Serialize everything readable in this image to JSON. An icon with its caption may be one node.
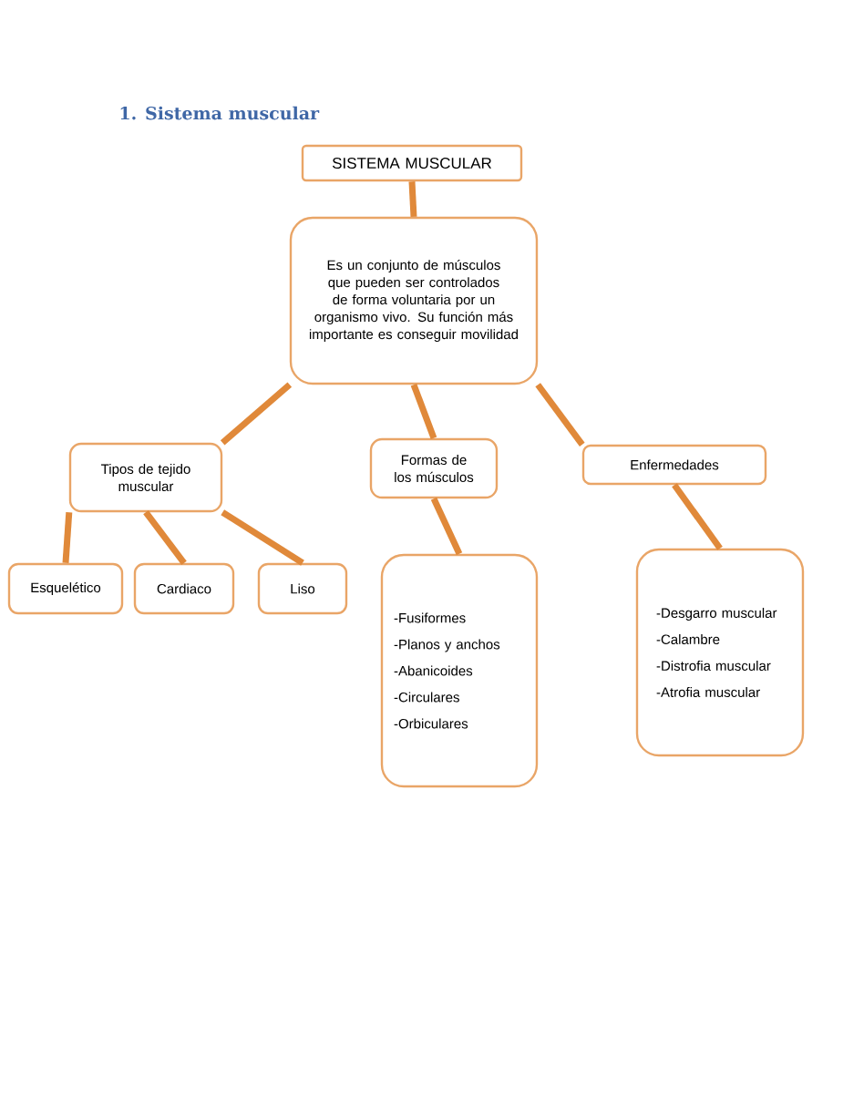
{
  "diagram": {
    "title": "1. Sistema muscular",
    "nodes": [
      {
        "text": [
          "SISTEMA MUSCULAR"
        ]
      },
      {
        "text": [
          "Es un conjunto de músculos que pueden ser controlados de forma voluntaria por un organismo vivo. Su función más importante es conseguir movilidad"
        ]
      },
      {
        "text": [
          "Tipos de tejido muscular"
        ]
      },
      {
        "text": [
          "Formas de los músculos"
        ]
      },
      {
        "text": [
          "Enfermedades"
        ]
      },
      {
        "text": [
          "Esquelético"
        ]
      },
      {
        "text": [
          "Cardiaco"
        ]
      },
      {
        "text": [
          "Liso"
        ]
      },
      {
        "text": [
          "-Fusiformes",
          "-Planos y anchos",
          "-Abanicoides",
          "-Circulares",
          "-Orbiculares"
        ]
      },
      {
        "text": [
          "-Desgarro muscular",
          "-Calambre",
          "-Distrofia muscular",
          "-Atrofia muscular"
        ]
      }
    ],
    "edges": [
      {
        "from": 0,
        "to": 1,
        "arrow": "none"
      },
      {
        "from": 1,
        "to": 2,
        "arrow": "none"
      },
      {
        "from": 1,
        "to": 3,
        "arrow": "none"
      },
      {
        "from": 1,
        "to": 4,
        "arrow": "none"
      },
      {
        "from": 2,
        "to": 5,
        "arrow": "none"
      },
      {
        "from": 2,
        "to": 6,
        "arrow": "none"
      },
      {
        "from": 2,
        "to": 7,
        "arrow": "none"
      },
      {
        "from": 3,
        "to": 8,
        "arrow": "none"
      },
      {
        "from": 4,
        "to": 9,
        "arrow": "none"
      }
    ]
  }
}
